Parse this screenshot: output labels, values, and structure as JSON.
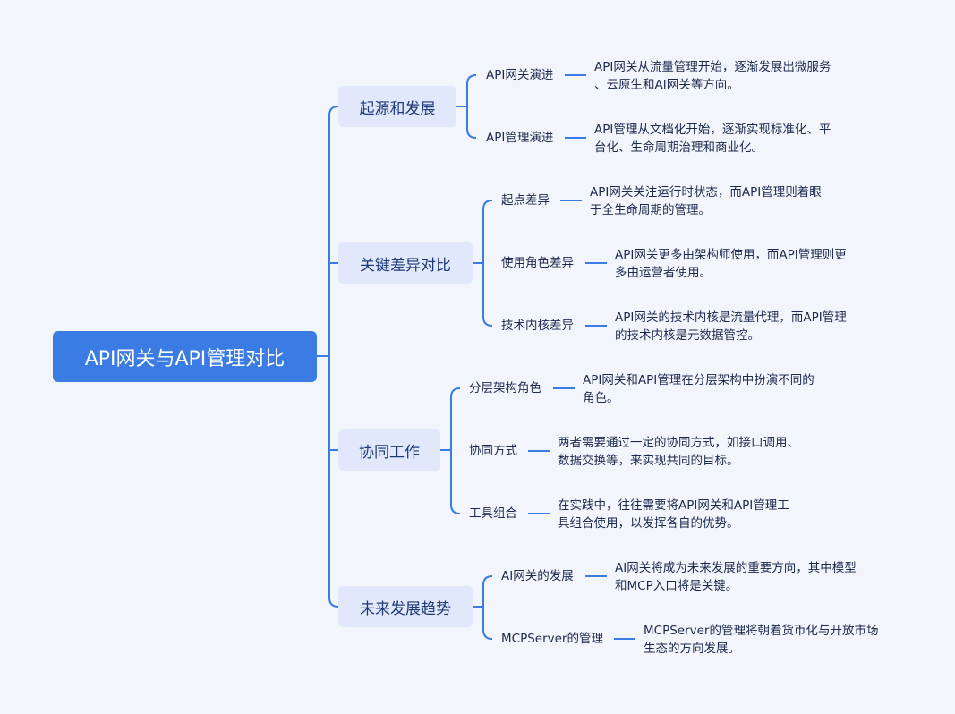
{
  "root": {
    "label": "API网关与API管理对比"
  },
  "branches": [
    {
      "label": "起源和发展",
      "items": [
        {
          "label": "API网关演进",
          "desc": "API网关从流量管理开始，逐渐发展出微服务\n、云原生和AI网关等方向。"
        },
        {
          "label": "API管理演进",
          "desc": "API管理从文档化开始，逐渐实现标准化、平\n台化、生命周期治理和商业化。"
        }
      ]
    },
    {
      "label": "关键差异对比",
      "items": [
        {
          "label": "起点差异",
          "desc": "API网关关注运行时状态，而API管理则着眼\n于全生命周期的管理。"
        },
        {
          "label": "使用角色差异",
          "desc": "API网关更多由架构师使用，而API管理则更\n多由运营者使用。"
        },
        {
          "label": "技术内核差异",
          "desc": "API网关的技术内核是流量代理，而API管理\n的技术内核是元数据管控。"
        }
      ]
    },
    {
      "label": "协同工作",
      "items": [
        {
          "label": "分层架构角色",
          "desc": "API网关和API管理在分层架构中扮演不同的\n角色。"
        },
        {
          "label": "协同方式",
          "desc": "两者需要通过一定的协同方式，如接口调用、\n数据交换等，来实现共同的目标。"
        },
        {
          "label": "工具组合",
          "desc": "在实践中，往往需要将API网关和API管理工\n具组合使用，以发挥各自的优势。"
        }
      ]
    },
    {
      "label": "未来发展趋势",
      "items": [
        {
          "label": "AI网关的发展",
          "desc": "AI网关将成为未来发展的重要方向，其中模型\n和MCP入口将是关键。"
        },
        {
          "label": "MCPServer的管理",
          "desc": "MCPServer的管理将朝着货币化与开放市场\n生态的方向发展。"
        }
      ]
    }
  ],
  "colors": {
    "accent": "#3a7be4",
    "branch_bg": "#e1e8fb",
    "background": "#f3f5fc"
  }
}
